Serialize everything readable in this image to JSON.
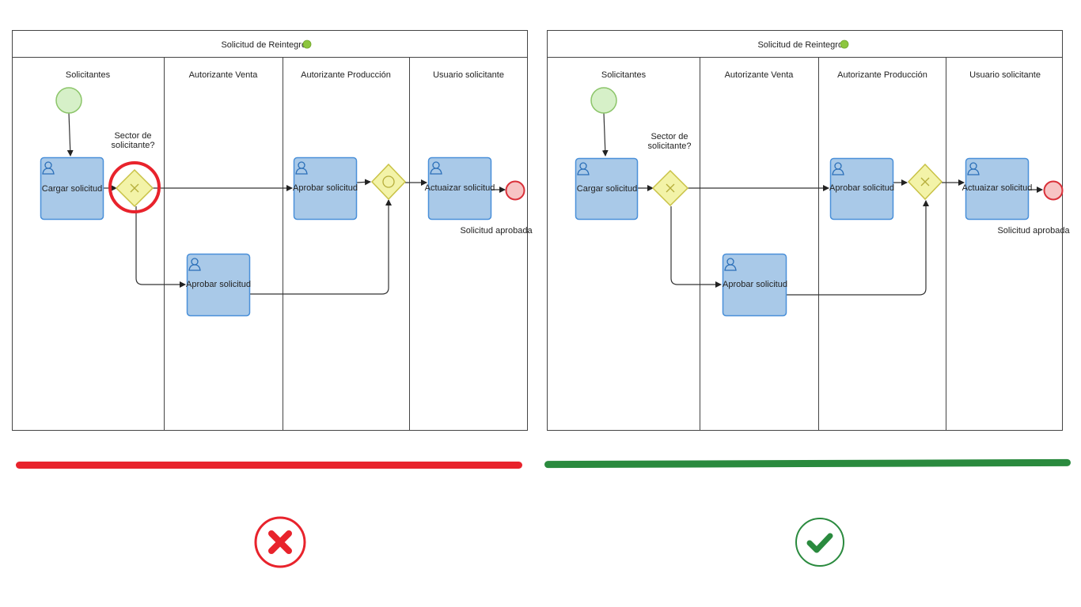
{
  "colors": {
    "wrong": "#e8232c",
    "right": "#2a8a3e",
    "task_fill": "#a9c9e8",
    "task_stroke": "#4a90d9",
    "gateway_fill": "#f3f3a8",
    "gateway_stroke": "#c9c246",
    "start_fill": "#d6f0c8",
    "start_stroke": "#8cc56a",
    "end_fill": "#f7c4c4",
    "end_stroke": "#d9313a",
    "title_dot": "#8dc63f"
  },
  "diagrams": [
    {
      "variant": "incorrect",
      "pool_title": "Solicitud de Reintegros",
      "lanes": [
        "Solicitantes",
        "Autorizante Venta",
        "Autorizante Producción",
        "Usuario solicitante"
      ],
      "gateway_question": [
        "Sector de",
        "solicitante?"
      ],
      "tasks": {
        "cargar": "Cargar solicitud",
        "aprobar_prod": "Aprobar solicitud",
        "aprobar_venta": "Aprobar solicitud",
        "actualizar": "Actuaizar solicitud"
      },
      "end_label": "Solicitud aprobada",
      "gateways": {
        "split": "exclusive",
        "join": "inclusive"
      },
      "highlighted_element": "split-gateway"
    },
    {
      "variant": "correct",
      "pool_title": "Solicitud de Reintegros",
      "lanes": [
        "Solicitantes",
        "Autorizante Venta",
        "Autorizante Producción",
        "Usuario solicitante"
      ],
      "gateway_question": [
        "Sector de",
        "solicitante?"
      ],
      "tasks": {
        "cargar": "Cargar solicitud",
        "aprobar_prod": "Aprobar solicitud",
        "aprobar_venta": "Aprobar solicitud",
        "actualizar": "Actuaizar solicitud"
      },
      "end_label": "Solicitud aprobada",
      "gateways": {
        "split": "exclusive",
        "join": "exclusive"
      },
      "highlighted_element": ""
    }
  ],
  "verdicts": {
    "left": "wrong",
    "right": "correct"
  }
}
